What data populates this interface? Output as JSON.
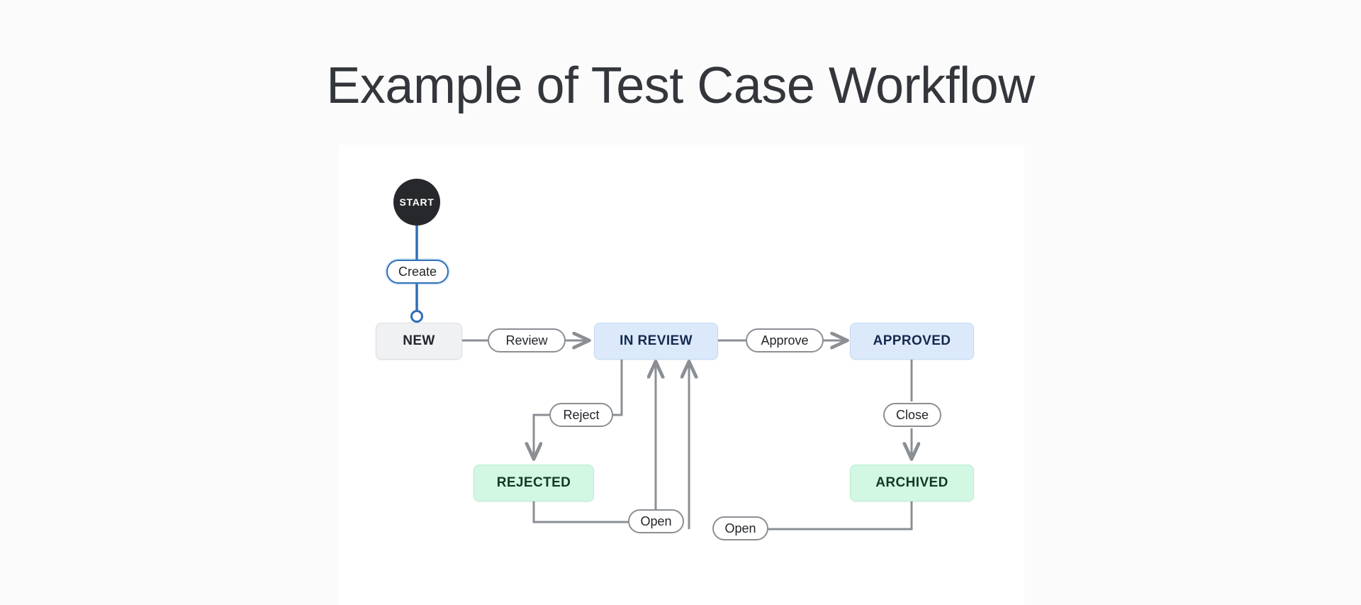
{
  "page": {
    "title": "Example of Test Case Workflow",
    "background_color": "#fbfbfc",
    "canvas_color": "#ffffff"
  },
  "colors": {
    "start_node": "#26282c",
    "new_node_bg": "#f0f1f3",
    "review_node_bg": "#dce9fb",
    "approved_node_bg": "#dce9fb",
    "rejected_node_bg": "#d2f7e3",
    "archived_node_bg": "#d2f7e3",
    "edge_gray": "#8b8f94",
    "edge_blue": "#2f6fb5",
    "title_text": "#33363b"
  },
  "diagram": {
    "type": "state-workflow",
    "start_node": {
      "id": "start",
      "label": "START",
      "shape": "circle"
    },
    "statuses": [
      {
        "id": "new",
        "label": "NEW",
        "category": "todo",
        "color": "#f0f1f3"
      },
      {
        "id": "in_review",
        "label": "IN REVIEW",
        "category": "inprogress",
        "color": "#dce9fb"
      },
      {
        "id": "approved",
        "label": "APPROVED",
        "category": "inprogress",
        "color": "#dce9fb"
      },
      {
        "id": "rejected",
        "label": "REJECTED",
        "category": "done",
        "color": "#d2f7e3"
      },
      {
        "id": "archived",
        "label": "ARCHIVED",
        "category": "done",
        "color": "#d2f7e3"
      }
    ],
    "transitions": [
      {
        "id": "create",
        "label": "Create",
        "from": "start",
        "to": "new",
        "style": "initial"
      },
      {
        "id": "review",
        "label": "Review",
        "from": "new",
        "to": "in_review",
        "style": "normal"
      },
      {
        "id": "approve",
        "label": "Approve",
        "from": "in_review",
        "to": "approved",
        "style": "normal"
      },
      {
        "id": "reject",
        "label": "Reject",
        "from": "in_review",
        "to": "rejected",
        "style": "normal"
      },
      {
        "id": "close",
        "label": "Close",
        "from": "approved",
        "to": "archived",
        "style": "normal"
      },
      {
        "id": "open_left",
        "label": "Open",
        "from": "rejected",
        "to": "in_review",
        "style": "normal"
      },
      {
        "id": "open_right",
        "label": "Open",
        "from": "archived",
        "to": "in_review",
        "style": "normal"
      }
    ]
  }
}
